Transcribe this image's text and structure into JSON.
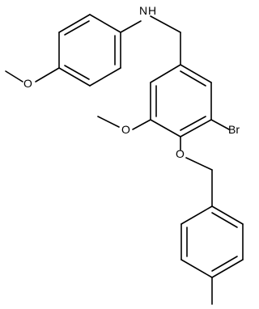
{
  "molecule": {
    "atom_labels": {
      "amine_nitrogen": "N",
      "amine_hydrogen": "H",
      "methoxy_oxygen_aniline": "O",
      "methoxy_oxygen_ring": "O",
      "ether_oxygen": "O",
      "bromine": "Br"
    }
  },
  "colors": {
    "bond": "#000000",
    "text": "#000000",
    "background": "#ffffff"
  }
}
